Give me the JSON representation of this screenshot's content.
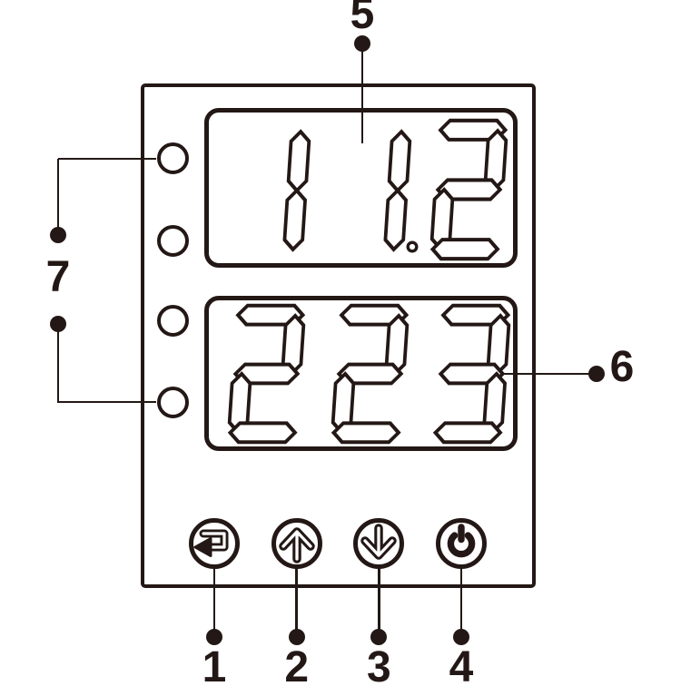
{
  "ink": "#231815",
  "background": "#ffffff",
  "displays": {
    "top": {
      "value": "11.2",
      "digits": [
        "1",
        "1",
        ".",
        "2"
      ]
    },
    "bottom": {
      "value": "223",
      "digits": [
        "2",
        "2",
        "3"
      ]
    }
  },
  "leds": {
    "count": 4,
    "callout": "7"
  },
  "buttons": [
    {
      "name": "enter",
      "icon": "return-icon",
      "callout": "1"
    },
    {
      "name": "up",
      "icon": "arrow-up-icon",
      "callout": "2"
    },
    {
      "name": "down",
      "icon": "arrow-down-icon",
      "callout": "3"
    },
    {
      "name": "power",
      "icon": "power-icon",
      "callout": "4"
    }
  ],
  "callouts": {
    "upper_display": "5",
    "lower_display": "6",
    "leds": "7",
    "button_enter": "1",
    "button_up": "2",
    "button_down": "3",
    "button_power": "4"
  }
}
